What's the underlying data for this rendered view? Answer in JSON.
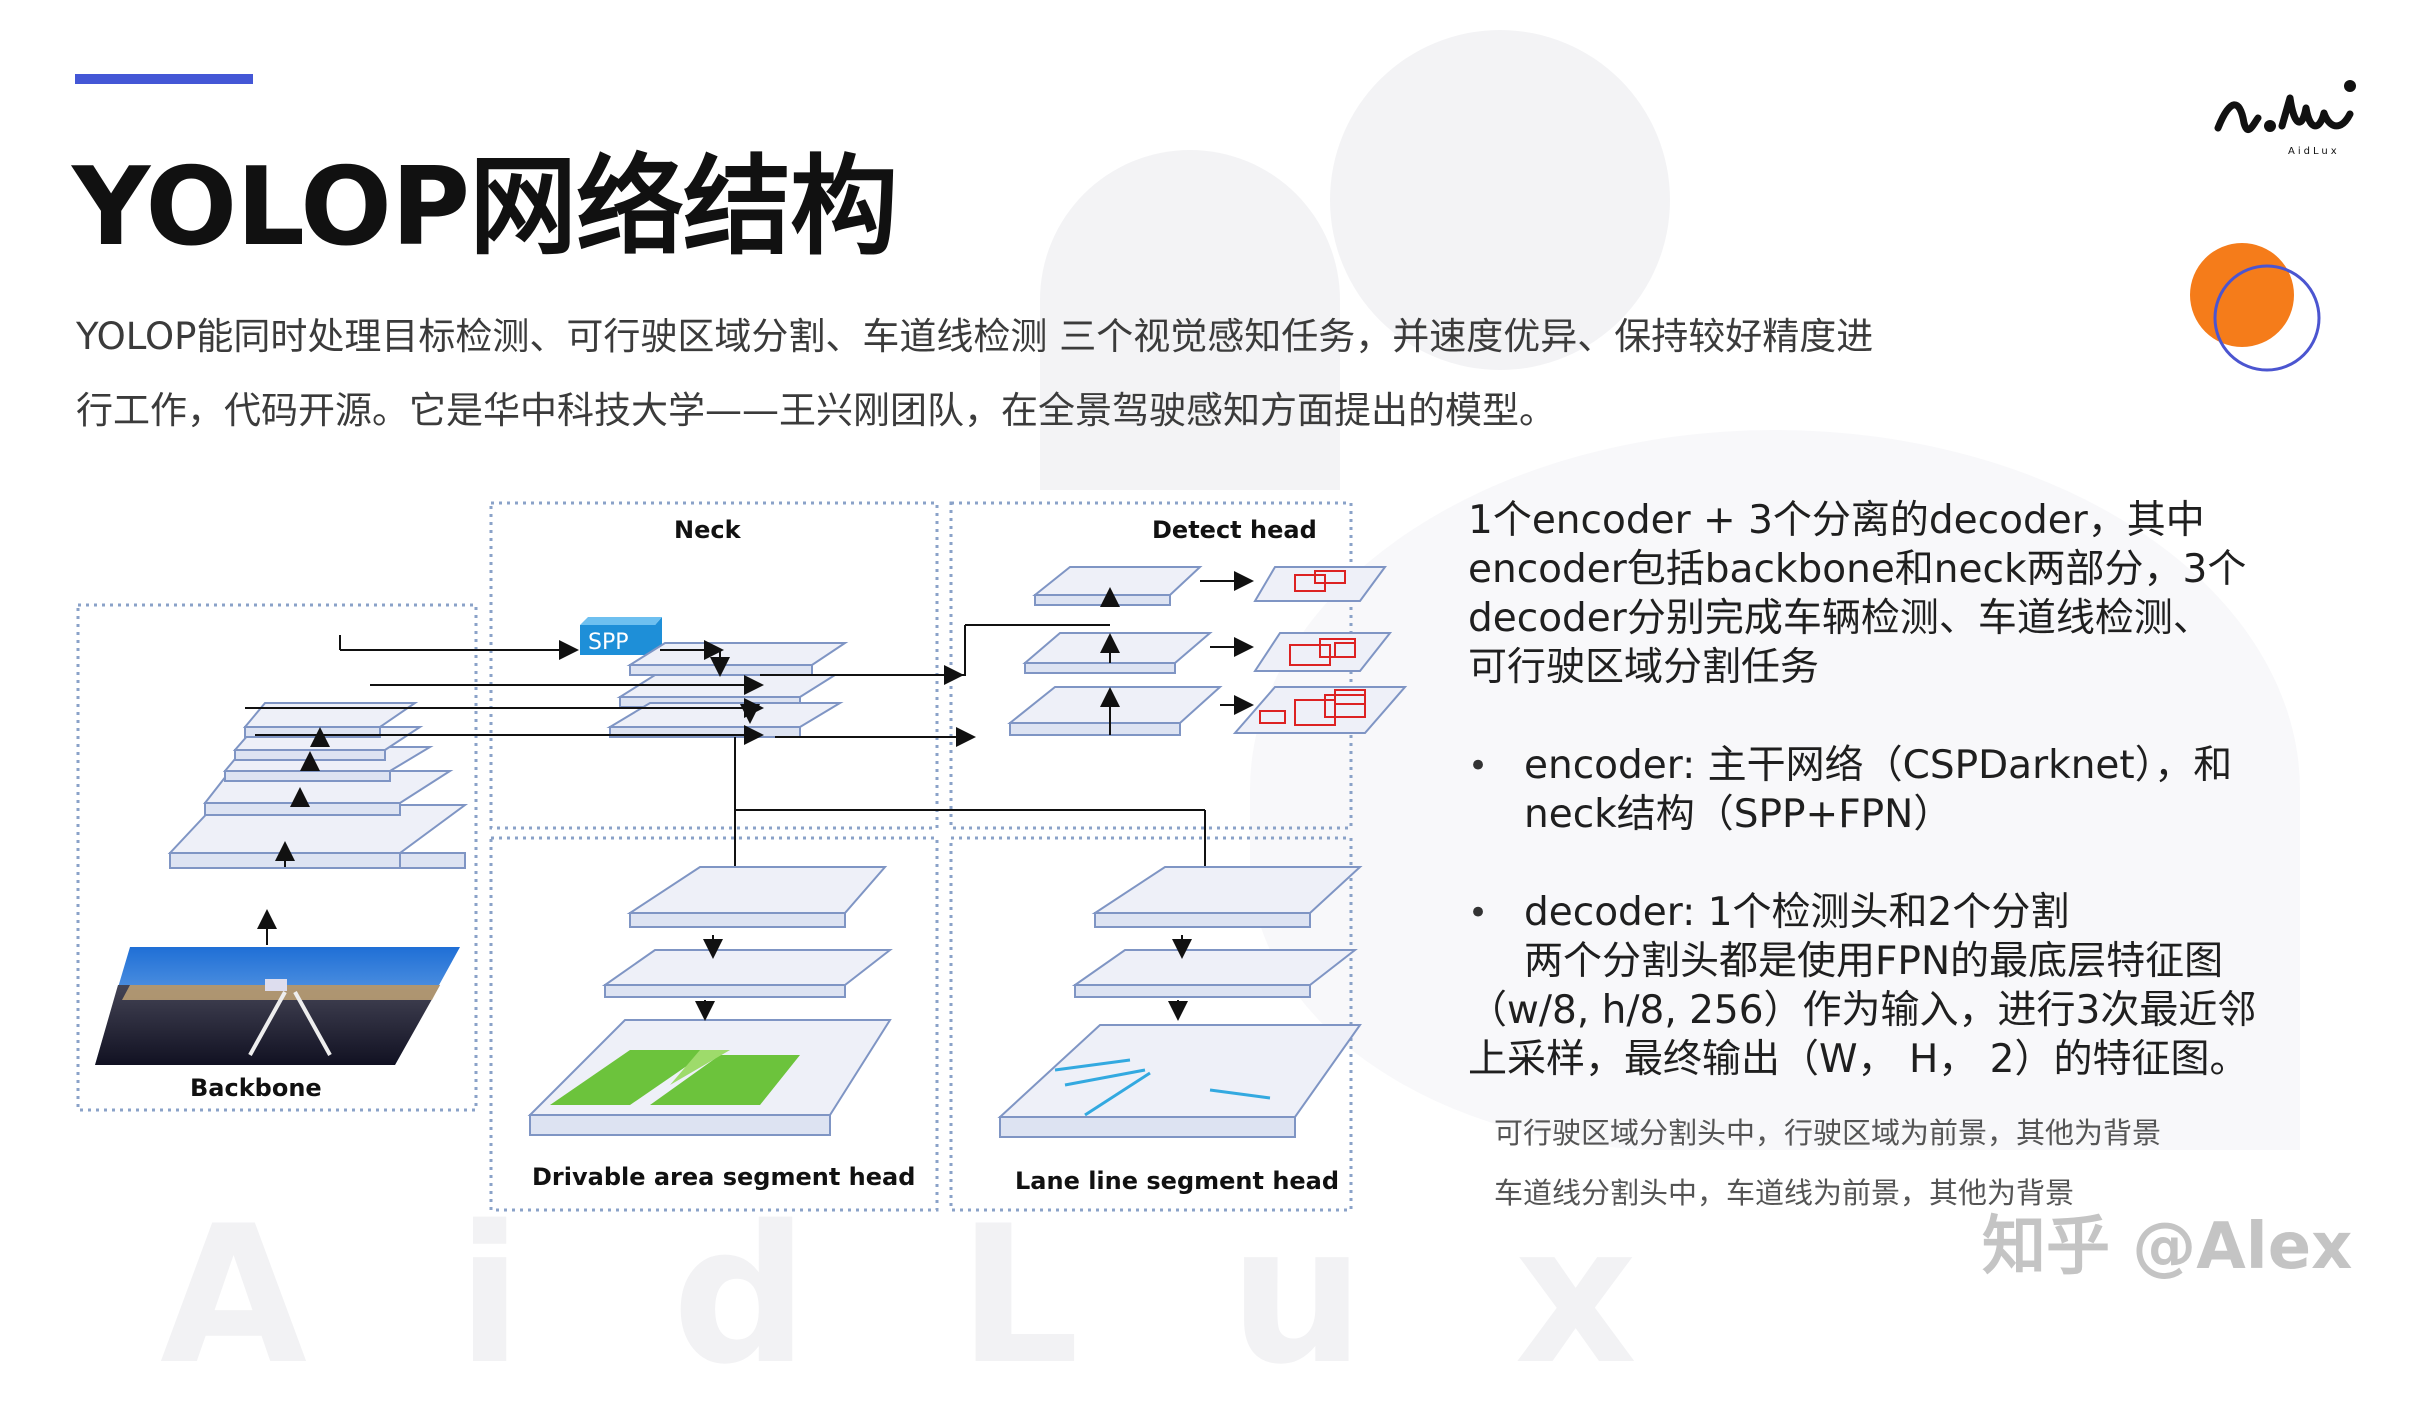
{
  "slide": {
    "title": "YOLOP网络结构",
    "intro_line1": "YOLOP能同时处理目标检测、可行驶区域分割、车道线检测 三个视觉感知任务，并速度优异、保持较好精度进",
    "intro_line2": "行工作，代码开源。它是华中科技大学——王兴刚团队，在全景驾驶感知方面提出的模型。",
    "logo_text": "AidLux",
    "watermark_letters": "AidLux",
    "colors": {
      "accent_bar": "#4457d6",
      "orange_circle": "#f57c1a",
      "ring": "#4b55d0"
    }
  },
  "diagram": {
    "labels": {
      "neck": "Neck",
      "detect_head": "Detect head",
      "spp": "SPP",
      "backbone": "Backbone",
      "drivable": "Drivable area segment head",
      "lane": "Lane line segment head"
    }
  },
  "right": {
    "para1_l1": "1个encoder + 3个分离的decoder，其中",
    "para1_l2": "encoder包括backbone和neck两部分，3个",
    "para1_l3": "decoder分别完成车辆检测、车道线检测、",
    "para1_l4": "可行驶区域分割任务",
    "b1_l1": "encoder: 主干网络（CSPDarknet），和",
    "b1_l2": "neck结构（SPP+FPN）",
    "b2_l1": "decoder: 1个检测头和2个分割",
    "b2_l2": "两个分割头都是使用FPN的最底层特征图",
    "b2_l3": "（w/8, h/8, 256）作为输入，进行3次最近邻",
    "b2_l4": "上采样，最终输出（W， H， 2）的特征图。",
    "note1": "可行驶区域分割头中，行驶区域为前景，其他为背景",
    "note2": "车道线分割头中，车道线为前景，其他为背景",
    "bullet_symbol": "•"
  },
  "watermark_zhihu": "知乎 @Alex"
}
